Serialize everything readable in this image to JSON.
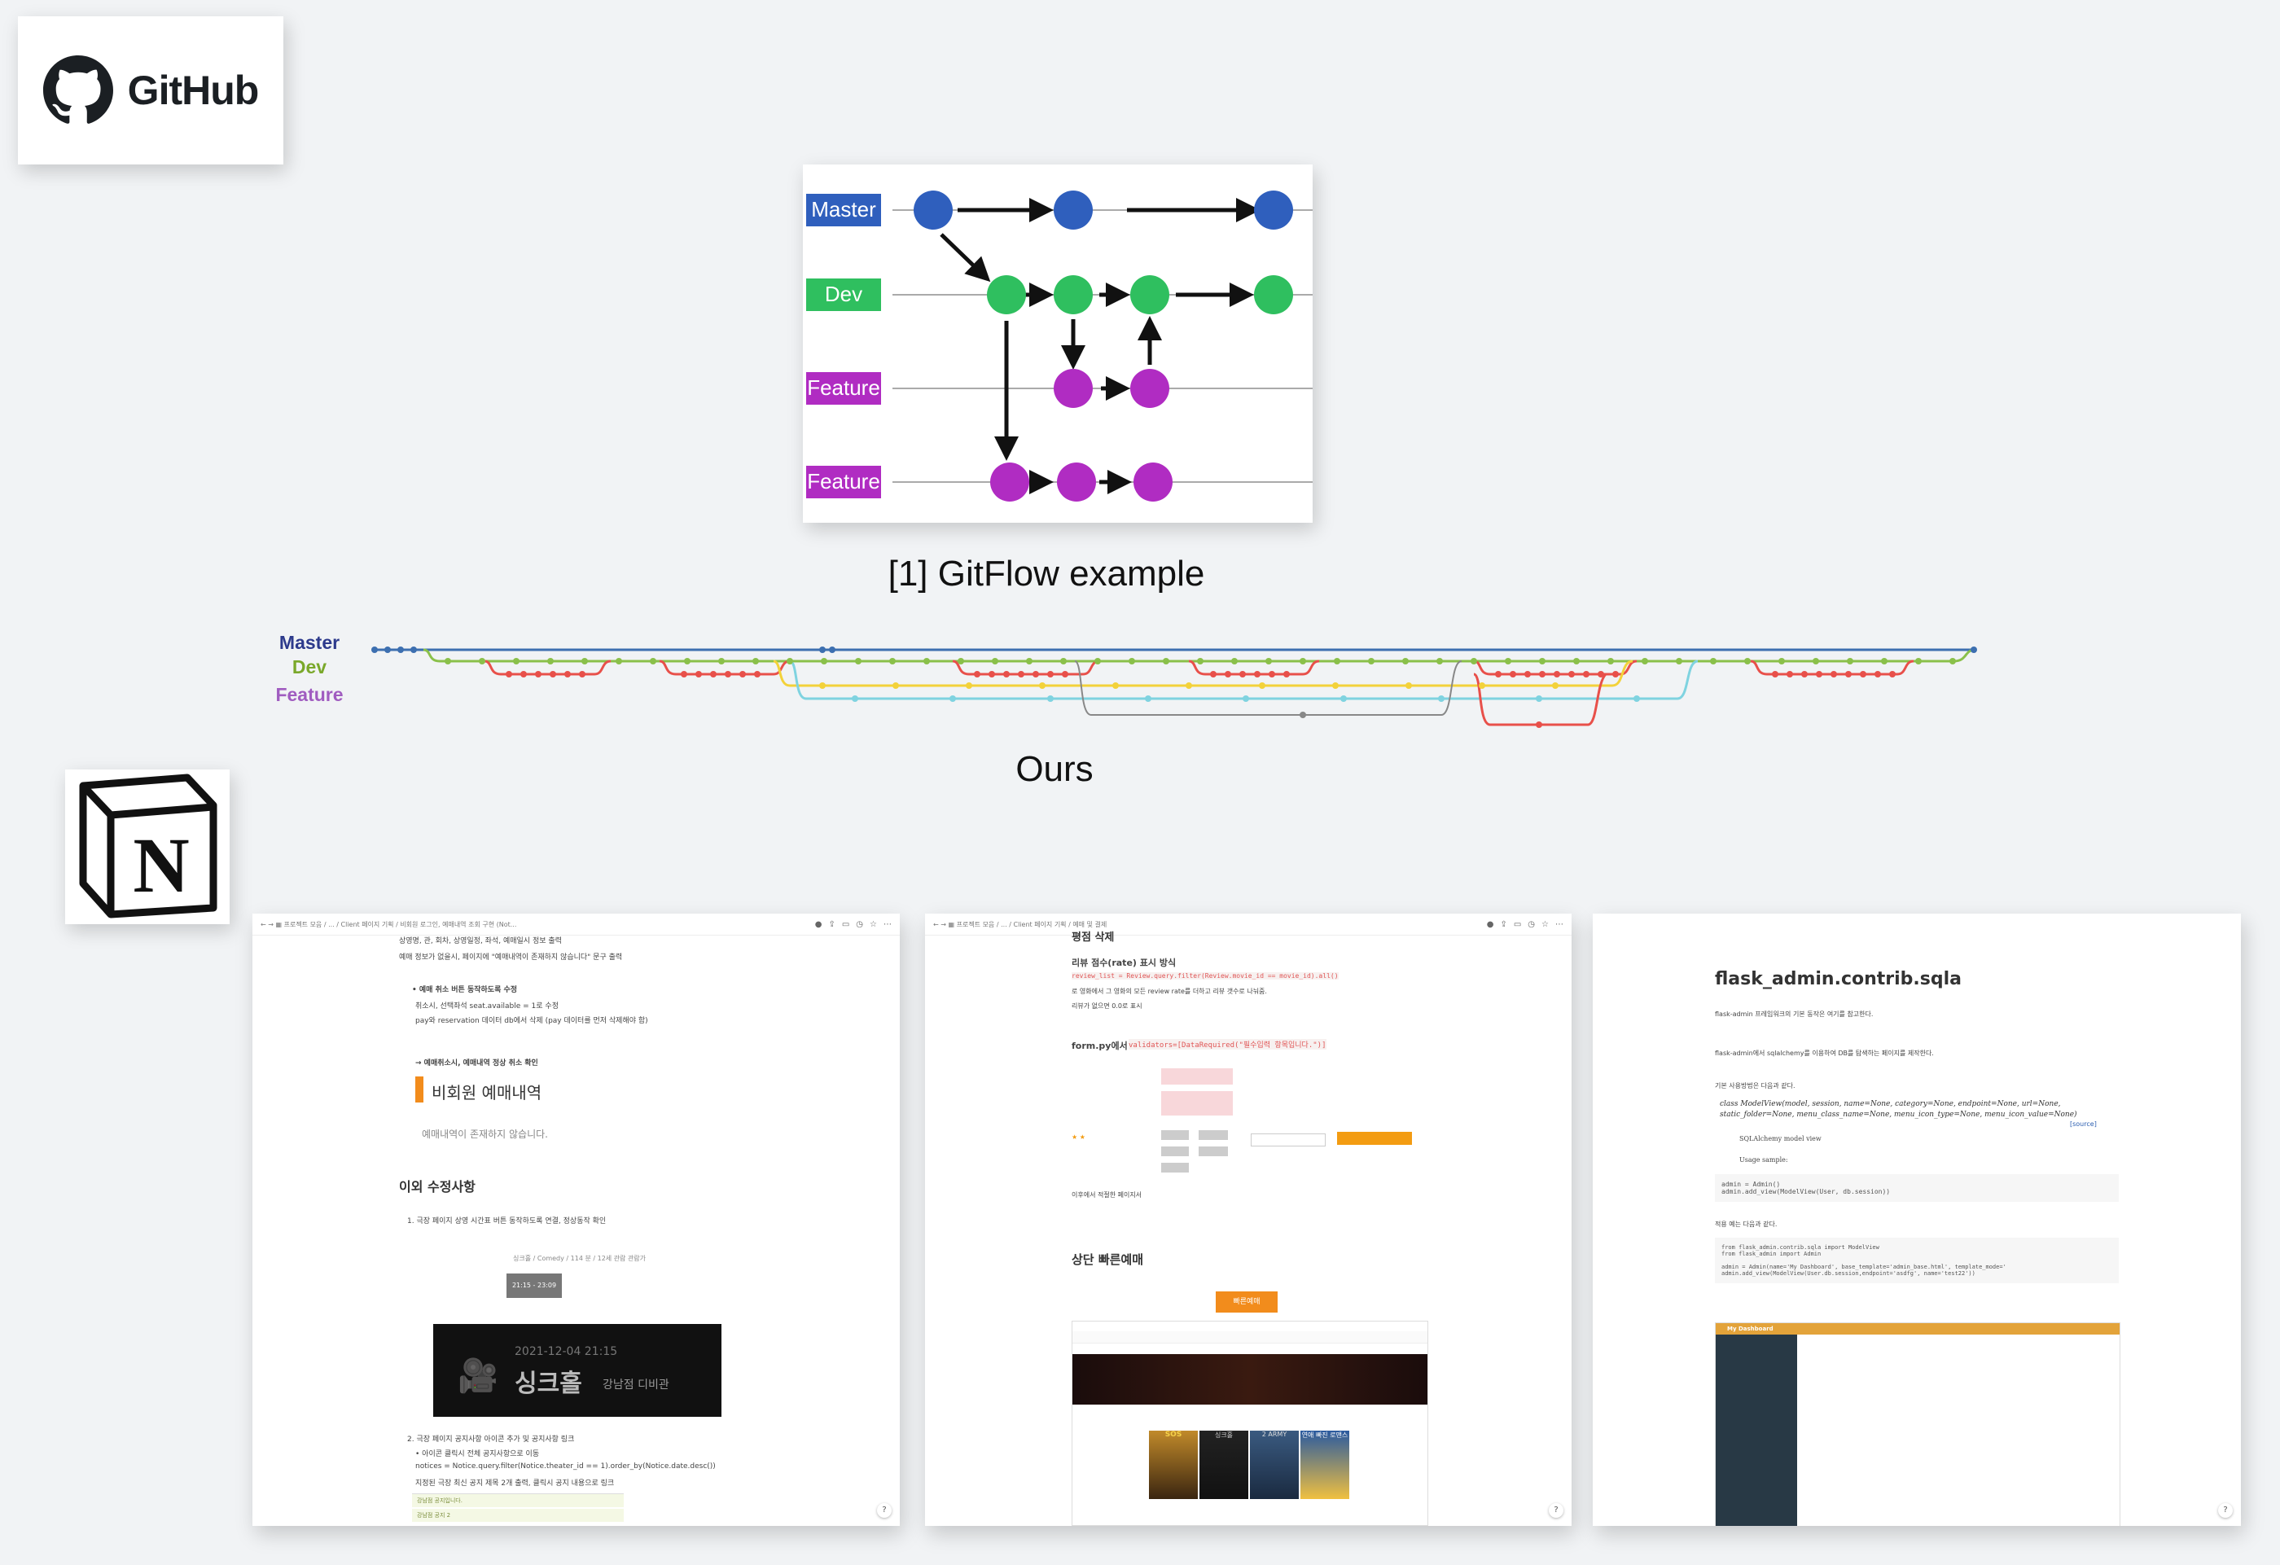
{
  "logos": {
    "github": "GitHub",
    "notion": "N"
  },
  "gitflow_example": {
    "branch_labels": [
      "Master",
      "Dev",
      "Feature",
      "Feature"
    ],
    "caption": "[1] GitFlow example"
  },
  "ours": {
    "legend": [
      "Master",
      "Dev",
      "Feature"
    ],
    "caption": "Ours"
  },
  "colors": {
    "master": "#2f5fbd",
    "dev": "#2fbf5f",
    "feature": "#b02cc2",
    "legend_master": "#2d3a8c",
    "legend_dev": "#7aa82a",
    "legend_feature": "#a05cc0",
    "git_blue": "#3d6fb0",
    "git_green": "#8ac04a",
    "git_red": "#e8504a",
    "git_yellow": "#f3d23a",
    "git_cyan": "#7fd3e0",
    "git_gray": "#888888"
  },
  "screenshots": [
    {
      "breadcrumb": "← → ▦ 프로젝트 모음 / ... / Client 페이지 기획 / 비회원 로그인, 예매내역 조회 구현 (Not...",
      "lines": [
        "상영명, 관, 회차, 상영일정, 좌석, 예매일시 정보 출력",
        "예매 정보가 없을시, 페이지에 \"예매내역이 존재하지 않습니다\" 문구 출력",
        "• 예매 취소 버튼 동작하도록 수정",
        "취소시, 선택좌석 seat.available = 1로 수정",
        "pay와 reservation 데이터 db에서 삭제 (pay 데이터를 먼저 삭제해야 함)",
        "→ 예매취소시, 예매내역 정상 취소 확인"
      ],
      "callout_title": "비회원 예매내역",
      "callout_empty": "예매내역이 존재하지 않습니다.",
      "section": "이외 수정사항",
      "item1": "1. 극장 페이지 상영 시간표 버튼 동작하도록 연결, 정상동작 확인",
      "movie_line": "싱크홀 / Comedy / 114 분 / 12세 관람 관람가",
      "time_btn": "21:15 - 23:09",
      "banner_date": "2021-12-04 21:15",
      "banner_title": "싱크홀",
      "banner_sub": "강남점 디비관",
      "item2": "2. 극장 페이지 공지사항 아이콘 추가 및 공지사항 링크",
      "sub2a": "• 아이콘 클릭시 전체 공지사항으로 이동",
      "sub2b": "notices = Notice.query.filter(Notice.theater_id == 1).order_by(Notice.date.desc())",
      "sub2c": "지정된 극장 최신 공지 제목 2개 출력, 클릭시 공지 내용으로 링크",
      "row1": "강남점 공지입니다.",
      "row2": "강남점 공지 2"
    },
    {
      "breadcrumb": "← → ▦ 프로젝트 모음 / ... / Client 페이지 기획 / 예매 및 결제",
      "heading_top": "평점 삭제",
      "rate_title": "리뷰 점수(rate) 표시 방식",
      "rate_code": "review_list = Review.query.filter(Review.movie_id == movie_id).all()",
      "rate_desc": "로 영화에서 그 영화의 모든 review rate를 더하고 리뷰 갯수로 나눠줌.",
      "rate_desc2": "리뷰가 없으면 0.0로 표시",
      "form_title": "form.py에서",
      "form_code": "validators=[DataRequired(\"필수입력 항목입니다.\")]",
      "note": "이후에서 적절한 페이지서",
      "quick_title": "상단 빠른예매",
      "quick_btn": "빠른예매",
      "poster_titles": [
        "SOS",
        "싱크홀",
        "2 ARMY",
        "연애 빠진 로맨스"
      ]
    },
    {
      "title": "flask_admin.contrib.sqla",
      "desc1": "flask-admin 프레임워크의 기본 동작은 여기를 참고한다.",
      "desc2": "flask-admin에서 sqlalchemy를 이용하여 DB를 탐색하는 페이지를 제작한다.",
      "desc3": "기본 사용방법은 다음과 같다.",
      "sig": "class ModelView(model, session, name=None, category=None, endpoint=None, url=None, static_folder=None, menu_class_name=None, menu_icon_type=None, menu_icon_value=None)",
      "source": "[source]",
      "sig_desc": "SQLAlchemy model view",
      "usage": "Usage sample:",
      "code1": "admin = Admin()\nadmin.add_view(ModelView(User, db.session))",
      "desc4": "적용 예는 다음과 같다.",
      "code2": "from flask_admin.contrib.sqla import ModelView\nfrom flask_admin import Admin\n\nadmin = Admin(name='My Dashboard', base_template='admin_base.html', template_mode='\nadmin.add_view(ModelView(User.db.session,endpoint='asdfg', name='test22'))",
      "dash_title": "My Dashboard"
    }
  ]
}
